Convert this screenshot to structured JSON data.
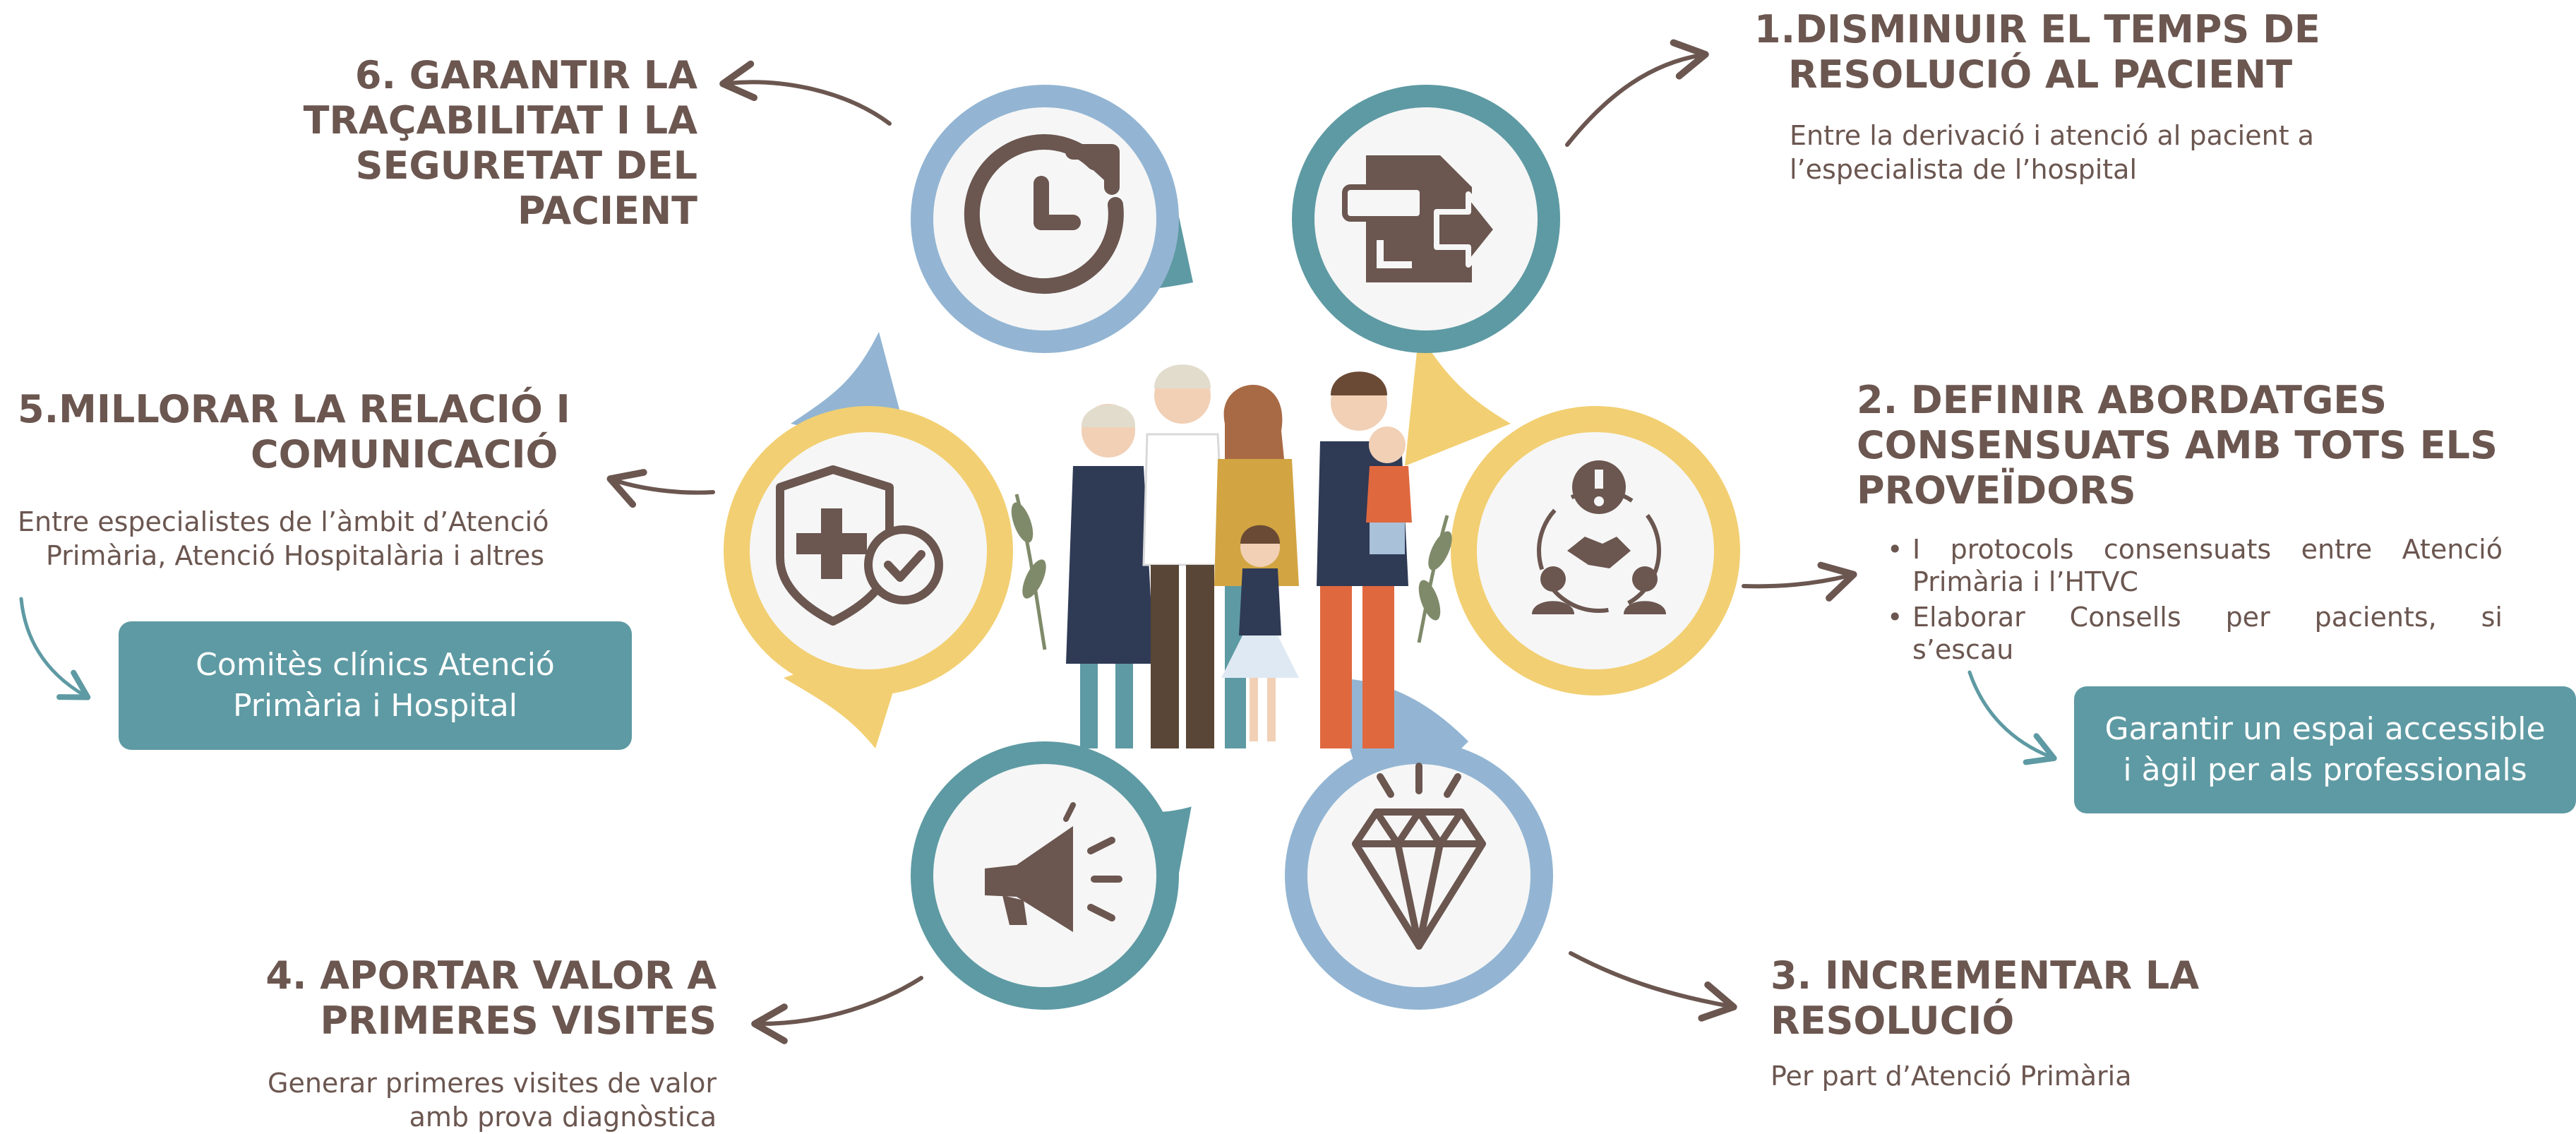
{
  "colors": {
    "text": "#6b5650",
    "teal": "#5e9aa3",
    "blue": "#93b5d3",
    "yellow": "#f2cf72",
    "icon": "#6b5650"
  },
  "goals": [
    {
      "number": "1.",
      "title_lines": [
        "DISMINUIR EL TEMPS DE",
        "RESOLUCIÓ AL PACIENT"
      ],
      "subtitle_lines": [
        "Entre la derivació i atenció al pacient a",
        "l’especialista de l’hospital"
      ],
      "icon": "document-transfer-icon"
    },
    {
      "title_lines": [
        "2. DEFINIR ABORDATGES",
        "CONSENSUATS AMB TOTS ELS",
        "PROVEÏDORS"
      ],
      "bullets": [
        [
          "I protocols consensuats entre Atenció",
          "Primària i l’HTVC"
        ],
        [
          "Elaborar Consells per pacients, si",
          "s’escau"
        ]
      ],
      "box_lines": [
        "Garantir un espai accessible",
        "i àgil per als professionals"
      ],
      "icon": "handshake-meeting-icon"
    },
    {
      "title_lines": [
        "3. INCREMENTAR LA",
        "RESOLUCIÓ"
      ],
      "subtitle_lines": [
        "Per part d’Atenció Primària"
      ],
      "icon": "diamond-icon"
    },
    {
      "title_lines": [
        "4. APORTAR VALOR A",
        "PRIMERES VISITES"
      ],
      "subtitle_lines": [
        "Generar primeres visites de valor",
        "amb prova diagnòstica"
      ],
      "icon": "megaphone-icon"
    },
    {
      "title_lines": [
        "5.MILLORAR LA RELACIÓ I",
        "COMUNICACIÓ"
      ],
      "subtitle_lines": [
        "Entre especialistes de l’àmbit d’Atenció",
        "Primària,  Atenció Hospitalària i altres"
      ],
      "box_lines": [
        "Comitès clínics Atenció",
        "Primària i Hospital"
      ],
      "icon": "shield-health-check-icon"
    },
    {
      "title_lines": [
        "6. GARANTIR LA",
        "TRAÇABILITAT I LA",
        "SEGURETAT DEL",
        "PACIENT"
      ],
      "icon": "clock-refresh-icon"
    }
  ],
  "center_illustration": "family-illustration"
}
